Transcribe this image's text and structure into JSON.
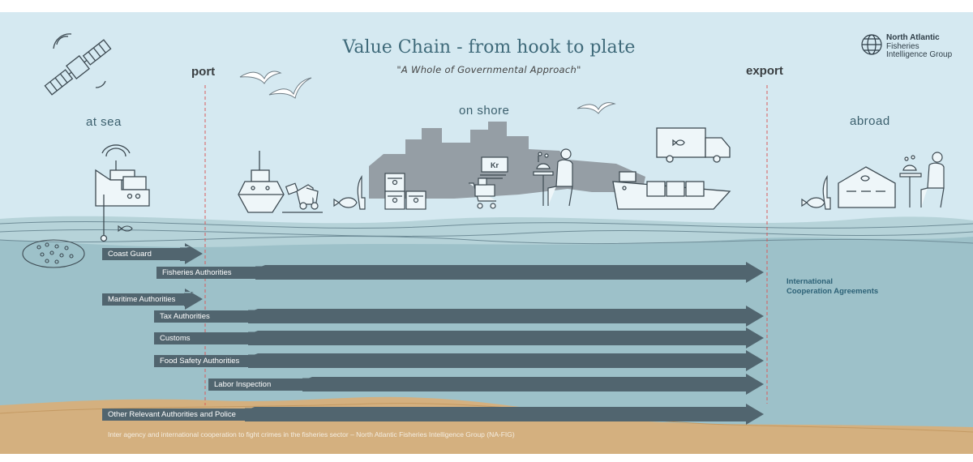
{
  "title": "Value Chain - from hook to plate",
  "subtitle": "\"A Whole of Governmental Approach\"",
  "logo": {
    "line1": "North Atlantic",
    "line2": "Fisheries",
    "line3": "Intelligence Group",
    "icon": "globe-icon"
  },
  "zones": {
    "at_sea": "at sea",
    "on_shore": "on shore",
    "abroad": "abroad"
  },
  "markers": {
    "port": "port",
    "export": "export"
  },
  "arrows": [
    {
      "label": "Coast Guard",
      "from": "at sea",
      "to": "port"
    },
    {
      "label": "Fisheries Authorities",
      "from": "at sea",
      "to": "export"
    },
    {
      "label": "Maritime Authorities",
      "from": "at sea",
      "to": "port"
    },
    {
      "label": "Tax Authorities",
      "from": "port",
      "to": "export"
    },
    {
      "label": "Customs",
      "from": "port",
      "to": "export"
    },
    {
      "label": "Food Safety Authorities",
      "from": "port",
      "to": "export"
    },
    {
      "label": "Labor Inspection",
      "from": "port",
      "to": "export"
    },
    {
      "label": "Other Relevant Authorities and Police",
      "from": "at sea",
      "to": "export"
    }
  ],
  "international_note": "International\nCooperation Agreements",
  "footer": "Inter agency and international cooperation to fight crimes in the fisheries sector – North Atlantic Fisheries Intelligence Group (NA-FIG)",
  "shop_sign": "Kr",
  "illustrations": [
    "satellite-icon",
    "bird-icon",
    "fishing-boat-icon",
    "fish-school-icon",
    "ship-icon",
    "forklift-icon",
    "fish-icon",
    "crates-icon",
    "cart-icon",
    "diner-icon",
    "truck-icon",
    "cargo-ship-icon",
    "warehouse-icon"
  ],
  "colors": {
    "sky": "#d5e9f1",
    "sea": "#9dc1c9",
    "sand": "#d4b07f",
    "arrow": "#51656f",
    "city": "#959ea5",
    "dashed_line": "#d95a5a"
  }
}
